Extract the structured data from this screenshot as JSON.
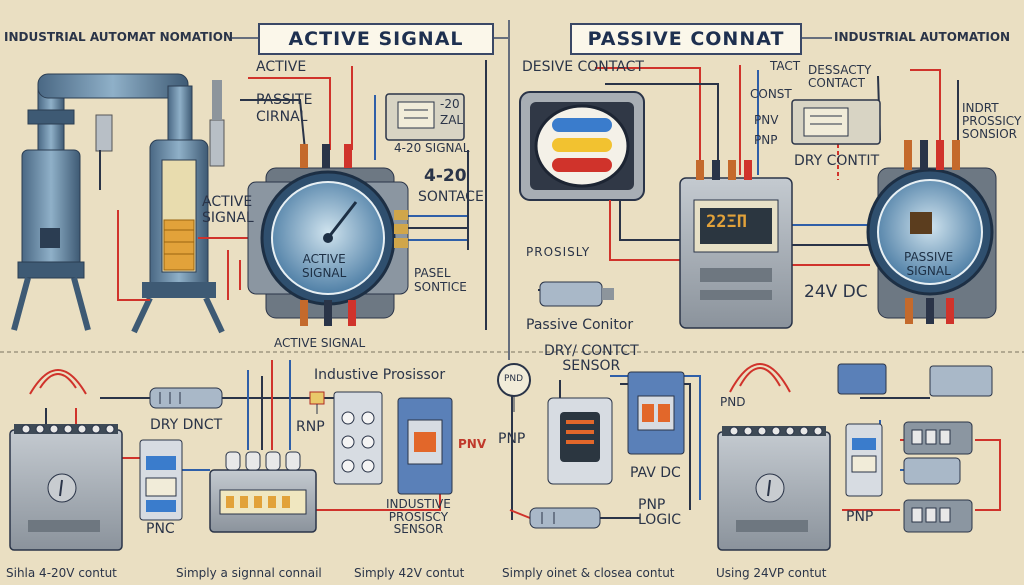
{
  "header": {
    "left_caption": "INDUSTRIAL AUTOMAT NOMATION",
    "left_banner": "ACTIVE SIGNAL",
    "right_banner": "PASSIVE CONNAT",
    "right_caption": "INDUSTRIAL AUTOMATION"
  },
  "left_panel": {
    "active_top": "ACTIVE",
    "passive_cirnal": "PASSITE\nCIRNAL",
    "meter_20": "-20",
    "meter_zal": "ZAL",
    "signal_420": "4-20 SIGNAL",
    "active_signal_pipe": "ACTIVE\nSIGNAL",
    "big_420": "4-20",
    "sontace": "SONTACE",
    "gauge_label": "ACTIVE\nSIGNAL",
    "pasel_sontice": "PASEL\nSONTICE",
    "active_signal_bottom": "ACTIVE SIGNAL"
  },
  "right_panel": {
    "desive_contact": "DESIVE CONTACT",
    "tact": "TACT",
    "dessacty_contact": "DESSACTY\nCONTACT",
    "const": "CONST",
    "pnv": "PNV",
    "pnp_small": "PNP",
    "dry_contit": "DRY CONTIT",
    "indrt_prossicy": "INDRT\nPROSSICY\nSONSIOR",
    "prossly": "PROSISLY",
    "display_text": "22ΞΠ",
    "passive_gauge": "PASSIVE\nSIGNAL",
    "dc24": "24V DC",
    "passive_conitor": "Passive Conitor"
  },
  "bottom_left": {
    "dry_dnct": "DRY DNCT",
    "pnc": "PNC",
    "rnp": "RNP",
    "industive_prosissor": "Industive Prosissor",
    "pnv_red": "PNV",
    "industive_prosiscy": "INDUSTIVE\nPROSISCY\nSENSOR"
  },
  "bottom_right": {
    "pnd": "PND",
    "dry_contct": "DRY/ CONTCT\nSENSOR",
    "pnp_left": "PNP",
    "pav_dc": "PAV DC",
    "pnp_logic": "PNP\nLOGIC",
    "pnd_small": "PND",
    "pnp_bottom": "PNP"
  },
  "footer": {
    "c1": "Sihla 4-20V contut",
    "c2": "Simply a signnal connail",
    "c3": "Simply 42V contut",
    "c4": "Simply oinet & closea contut",
    "c5": "Using 24VP contut"
  },
  "colors": {
    "background": "#eadfc2",
    "ink": "#2a3448",
    "wire_red": "#d0332b",
    "wire_blue": "#2f5fa8",
    "steel_blue": "#5b7a99",
    "device_gray": "#9aa3ad"
  }
}
